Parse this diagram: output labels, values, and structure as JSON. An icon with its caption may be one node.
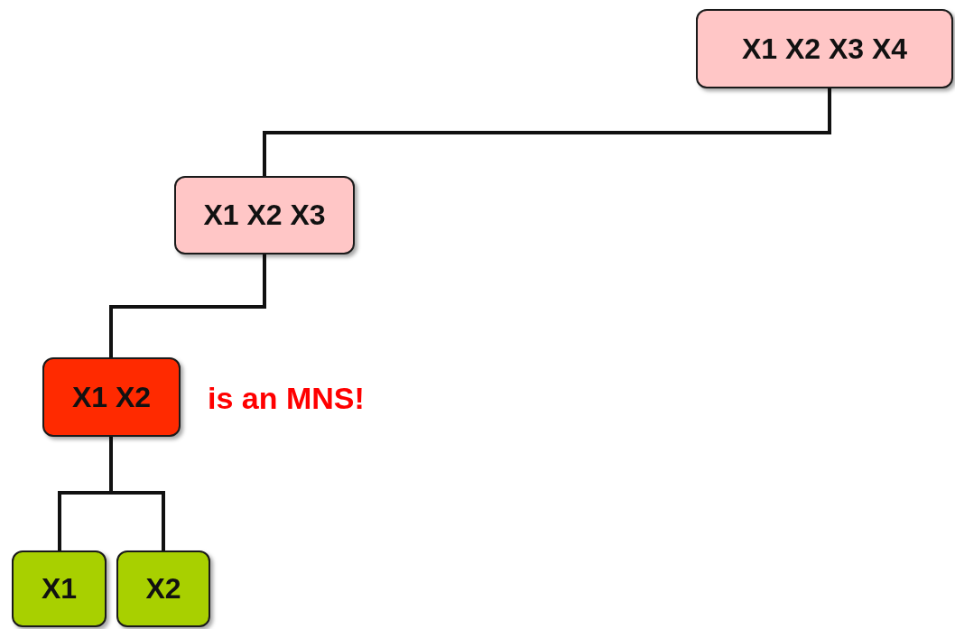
{
  "diagram": {
    "nodes": [
      {
        "text": [
          "X1 X2 X3 X4"
        ]
      },
      {
        "text": [
          "X1 X2 X3"
        ]
      },
      {
        "text": [
          "X1 X2"
        ],
        "beside": [
          "is an MNS!"
        ]
      },
      {
        "text": [
          "X1"
        ]
      },
      {
        "text": [
          "X2"
        ]
      }
    ],
    "edges": [
      {
        "from": 0,
        "to": 1,
        "arrow": "none"
      },
      {
        "from": 1,
        "to": 2,
        "arrow": "none"
      },
      {
        "from": 2,
        "to": 3,
        "arrow": "none"
      },
      {
        "from": 2,
        "to": 4,
        "arrow": "none"
      }
    ]
  }
}
